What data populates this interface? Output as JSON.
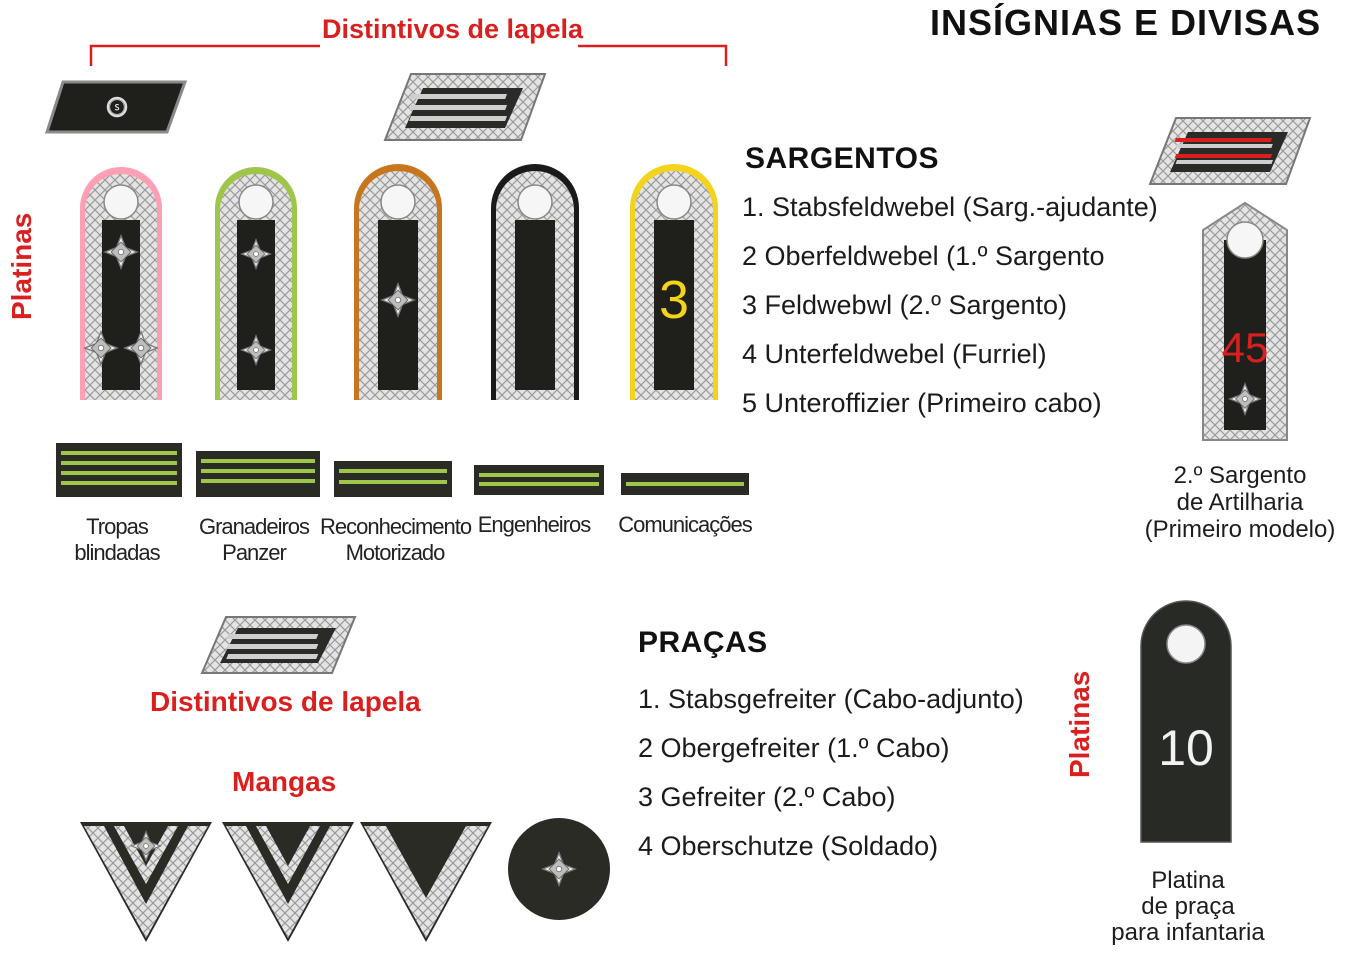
{
  "title": "INSÍGNIAS E DIVISAS",
  "lapel_label_top": "Distintivos de lapela",
  "platinas_label_left": "Platinas",
  "sargentos": {
    "heading": "SARGENTOS",
    "ranks": [
      "1. Stabsfeldwebel (Sarg.-ajudante)",
      "2 Oberfeldwebel (1.º Sargento",
      "3 Feldwebwl (2.º Sargento)",
      "4 Unterfeldwebel (Furriel)",
      "5 Unteroffizier (Primeiro cabo)"
    ]
  },
  "strap_numbers": {
    "comunicacoes": "3",
    "artilharia": "45",
    "infantaria": "10"
  },
  "branches": [
    {
      "line1": "Tropas",
      "line2": "blindadas"
    },
    {
      "line1": "Granadeiros",
      "line2": "Panzer"
    },
    {
      "line1": "Reconhecimento",
      "line2": "Motorizado"
    },
    {
      "line1": "Engenheiros",
      "line2": ""
    },
    {
      "line1": "Comunicações",
      "line2": ""
    }
  ],
  "colors": {
    "armor": "#ff9fb4",
    "panzer_grenadier": "#9ec64a",
    "recon": "#c8761e",
    "engineers": "#1a1a1a",
    "signals": "#f3d31b",
    "artillery": "#d9201f",
    "accent_red": "#d9201f",
    "strap_dark": "#282a25"
  },
  "artillery_caption": {
    "line1": "2.º Sargento",
    "line2": "de Artilharia",
    "line3": "(Primeiro modelo)"
  },
  "lapel_label_bottom": "Distintivos de lapela",
  "mangas_label": "Mangas",
  "pracas": {
    "heading": "PRAÇAS",
    "ranks": [
      "1. Stabsgefreiter (Cabo-adjunto)",
      "2 Obergefreiter (1.º Cabo)",
      "3 Gefreiter (2.º Cabo)",
      "4 Oberschutze (Soldado)"
    ]
  },
  "platinas_label_right": "Platinas",
  "infantry_caption": {
    "line1": "Platina",
    "line2": "de praça",
    "line3": "para infantaria"
  }
}
